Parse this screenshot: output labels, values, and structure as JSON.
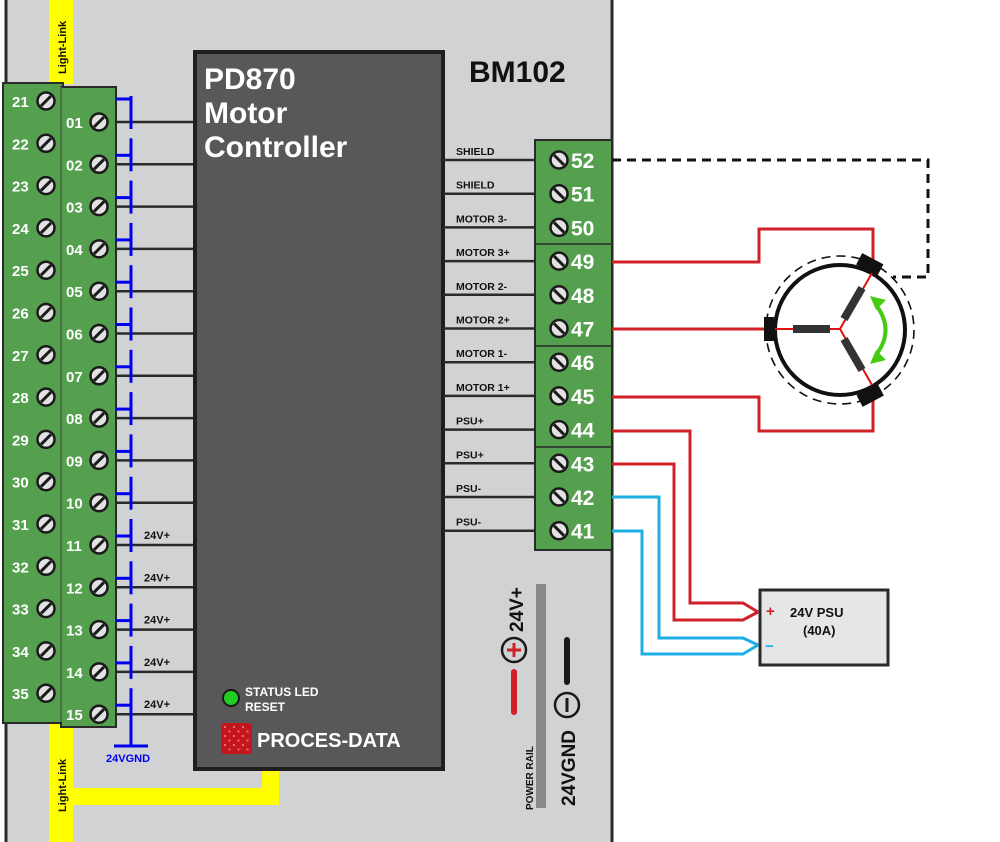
{
  "module": {
    "name": "BM102",
    "controller_title_lines": [
      "PD870",
      "Motor",
      "Controller"
    ],
    "status_led_label": "STATUS LED",
    "reset_label": "RESET",
    "brand": "PROCES-DATA",
    "light_link_label": "Light-Link",
    "gnd_label": "24VGND",
    "power_rail": {
      "label": "POWER RAIL",
      "plus_label": "24V+",
      "minus_label": "24VGND"
    },
    "colors": {
      "module_bg": "#d1d2d4",
      "controller_bg": "#58585a",
      "terminal_green": "#55a04f",
      "light_link": "#ffff00",
      "wire_red": "#d0202a",
      "wire_blue": "#1eaee6",
      "ground_blue": "#0000ee",
      "status_led": "#22cc22"
    }
  },
  "left_terminals_outer": [
    "21",
    "22",
    "23",
    "24",
    "25",
    "26",
    "27",
    "28",
    "29",
    "30",
    "31",
    "32",
    "33",
    "34",
    "35"
  ],
  "left_terminals_inner": [
    {
      "num": "01",
      "label": ""
    },
    {
      "num": "02",
      "label": ""
    },
    {
      "num": "03",
      "label": ""
    },
    {
      "num": "04",
      "label": ""
    },
    {
      "num": "05",
      "label": ""
    },
    {
      "num": "06",
      "label": ""
    },
    {
      "num": "07",
      "label": ""
    },
    {
      "num": "08",
      "label": ""
    },
    {
      "num": "09",
      "label": ""
    },
    {
      "num": "10",
      "label": ""
    },
    {
      "num": "11",
      "label": "24V+"
    },
    {
      "num": "12",
      "label": "24V+"
    },
    {
      "num": "13",
      "label": "24V+"
    },
    {
      "num": "14",
      "label": "24V+"
    },
    {
      "num": "15",
      "label": "24V+"
    }
  ],
  "right_terminals": [
    {
      "num": "52",
      "label": "SHIELD"
    },
    {
      "num": "51",
      "label": "SHIELD"
    },
    {
      "num": "50",
      "label": "MOTOR 3-"
    },
    {
      "num": "49",
      "label": "MOTOR 3+"
    },
    {
      "num": "48",
      "label": "MOTOR 2-"
    },
    {
      "num": "47",
      "label": "MOTOR 2+"
    },
    {
      "num": "46",
      "label": "MOTOR 1-"
    },
    {
      "num": "45",
      "label": "MOTOR 1+"
    },
    {
      "num": "44",
      "label": "PSU+"
    },
    {
      "num": "43",
      "label": "PSU+"
    },
    {
      "num": "42",
      "label": "PSU-"
    },
    {
      "num": "41",
      "label": "PSU-"
    }
  ],
  "psu": {
    "title": "24V PSU",
    "rating": "(40A)",
    "plus": "+",
    "minus": "−"
  }
}
